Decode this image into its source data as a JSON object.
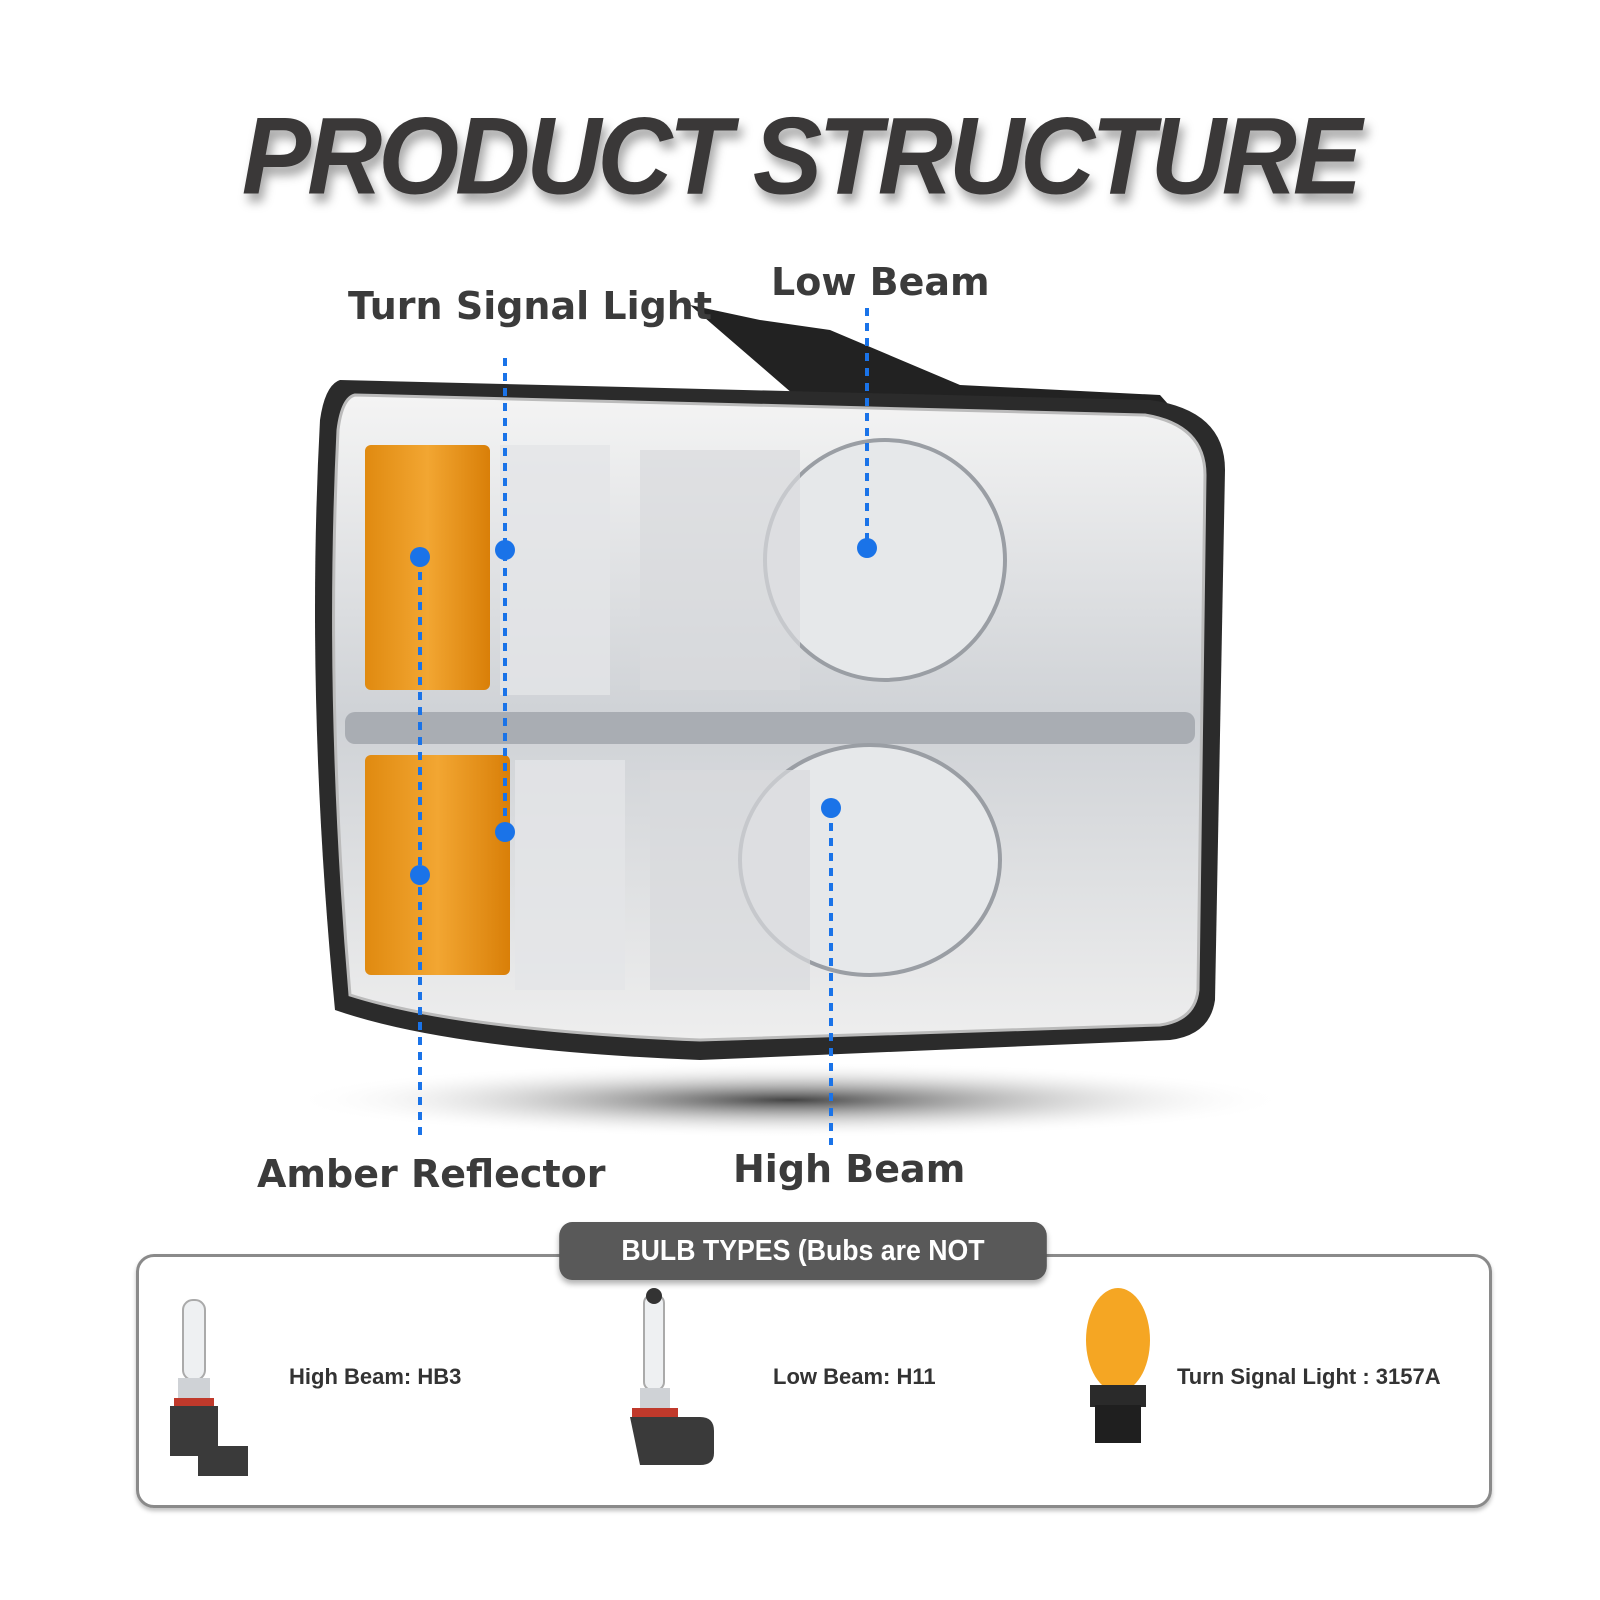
{
  "title": "PRODUCT STRUCTURE",
  "callouts": {
    "turn_signal": "Turn Signal Light",
    "low_beam": "Low Beam",
    "amber_reflector": "Amber Reflector",
    "high_beam": "High Beam"
  },
  "callout_color": "#1a73e8",
  "bulb_types": {
    "heading": "BULB TYPES (Bubs are NOT Included)",
    "items": [
      {
        "label": "High Beam: HB3"
      },
      {
        "label": "Low Beam: H11"
      },
      {
        "label": "Turn Signal Light : 3157A"
      }
    ]
  }
}
